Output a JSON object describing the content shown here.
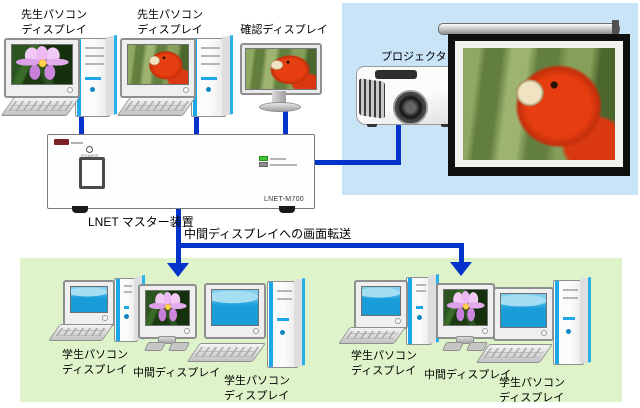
{
  "diagram": {
    "top": {
      "teacher_pcs": [
        "先生パソコン\nディスプレイ",
        "先生パソコン\nディスプレイ"
      ],
      "confirm_display": "確認ディスプレイ",
      "projector": "プロジェクタ"
    },
    "master": {
      "model": "LNET-M700",
      "power_label": "POWER",
      "caption": "LNET マスター装置"
    },
    "transfer_label": "中間ディスプレイへの画面転送",
    "groups": [
      {
        "left_pc": "学生パソコン\nディスプレイ",
        "middle_display": "中間ディスプレイ",
        "right_pc": "学生パソコン\nディスプレイ"
      },
      {
        "left_pc": "学生パソコン\nディスプレイ",
        "middle_display": "中間ディスプレイ",
        "right_pc": "学生パソコン\nディスプレイ"
      }
    ],
    "colors": {
      "cable_blue": "#0433cc",
      "panel_blue": "#c9e4f7",
      "panel_green": "#def3c9",
      "screen_blue": "#169cd9"
    }
  }
}
